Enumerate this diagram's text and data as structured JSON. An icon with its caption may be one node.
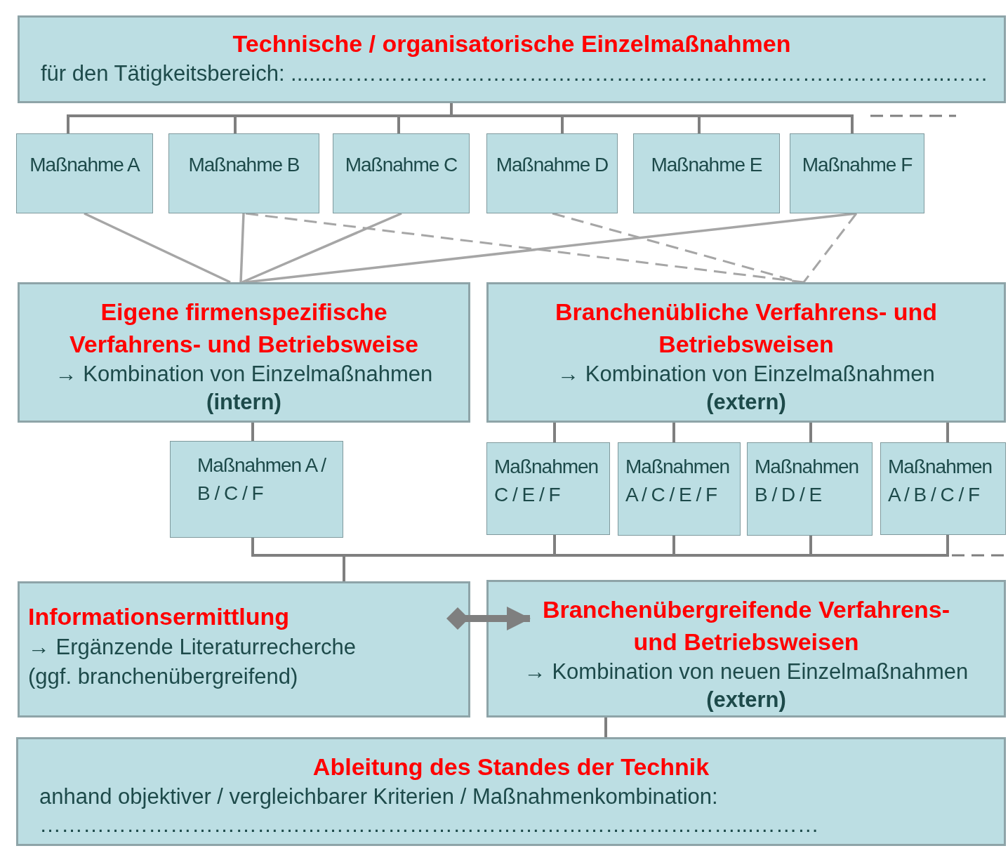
{
  "diagram": {
    "nodes": [
      {
        "text": [
          "Technische / organisatorische Einzelmaßnahmen",
          "für den Tätigkeitsbereich: .......…………………………………………………..……………………..……"
        ]
      },
      {
        "text": [
          "Maßnahme A"
        ]
      },
      {
        "text": [
          "Maßnahme B"
        ]
      },
      {
        "text": [
          "Maßnahme C"
        ]
      },
      {
        "text": [
          "Maßnahme D"
        ]
      },
      {
        "text": [
          "Maßnahme E"
        ]
      },
      {
        "text": [
          "Maßnahme F"
        ]
      },
      {
        "text": [
          "Eigene firmenspezifische Verfahrens- und Betriebsweise",
          "→ Kombination von Einzelmaßnahmen",
          "(intern)"
        ]
      },
      {
        "text": [
          "Branchenübliche Verfahrens- und Betriebsweisen",
          "→ Kombination von Einzelmaßnahmen",
          "(extern)"
        ]
      },
      {
        "text": [
          "Maßnahmen A / B / C / F"
        ]
      },
      {
        "text": [
          "Maßnahmen C / E / F"
        ]
      },
      {
        "text": [
          "Maßnahmen A / C / E / F"
        ]
      },
      {
        "text": [
          "Maßnahmen B / D / E"
        ]
      },
      {
        "text": [
          "Maßnahmen A / B / C / F"
        ]
      },
      {
        "text": [
          "Informationsermittlung",
          "→ Ergänzende Literaturrecherche",
          "(ggf. branchenübergreifend)"
        ]
      },
      {
        "text": [
          "Branchenübergreifende Verfahrens- und Betriebsweisen",
          "→ Kombination von neuen Einzelmaßnahmen",
          "(extern)"
        ]
      },
      {
        "text": [
          "Ableitung des Standes der Technik",
          "anhand objektiver / vergleichbarer Kriterien / Maßnahmenkombination:",
          "……………………………………………………………………………………...………"
        ]
      }
    ],
    "edges": [
      {
        "from": 0,
        "to": 1,
        "arrow": "none"
      },
      {
        "from": 0,
        "to": 2,
        "arrow": "none"
      },
      {
        "from": 0,
        "to": 3,
        "arrow": "none"
      },
      {
        "from": 0,
        "to": 4,
        "arrow": "none"
      },
      {
        "from": 0,
        "to": 5,
        "arrow": "none"
      },
      {
        "from": 0,
        "to": 6,
        "arrow": "none"
      },
      {
        "from": 0,
        "to": null,
        "arrow": "none",
        "style": "dashed"
      },
      {
        "from": 1,
        "to": 7,
        "arrow": "none"
      },
      {
        "from": 2,
        "to": 7,
        "arrow": "none"
      },
      {
        "from": 3,
        "to": 7,
        "arrow": "none"
      },
      {
        "from": 6,
        "to": 7,
        "arrow": "none"
      },
      {
        "from": 2,
        "to": 8,
        "arrow": "none",
        "style": "dashed"
      },
      {
        "from": 4,
        "to": 8,
        "arrow": "none",
        "style": "dashed"
      },
      {
        "from": 6,
        "to": 8,
        "arrow": "none",
        "style": "dashed"
      },
      {
        "from": 7,
        "to": 9,
        "arrow": "none"
      },
      {
        "from": 8,
        "to": 10,
        "arrow": "none"
      },
      {
        "from": 8,
        "to": 11,
        "arrow": "none"
      },
      {
        "from": 8,
        "to": 12,
        "arrow": "none"
      },
      {
        "from": 8,
        "to": 13,
        "arrow": "none"
      },
      {
        "from": 9,
        "to": 14,
        "arrow": "none"
      },
      {
        "from": 10,
        "to": 14,
        "arrow": "none"
      },
      {
        "from": 11,
        "to": 14,
        "arrow": "none"
      },
      {
        "from": 12,
        "to": 14,
        "arrow": "none"
      },
      {
        "from": 13,
        "to": 14,
        "arrow": "none"
      },
      {
        "from": 13,
        "to": null,
        "arrow": "none",
        "style": "dashed"
      },
      {
        "from": 14,
        "to": 15,
        "arrow": "to",
        "style": "thick"
      },
      {
        "from": 15,
        "to": 16,
        "arrow": "none"
      }
    ]
  }
}
